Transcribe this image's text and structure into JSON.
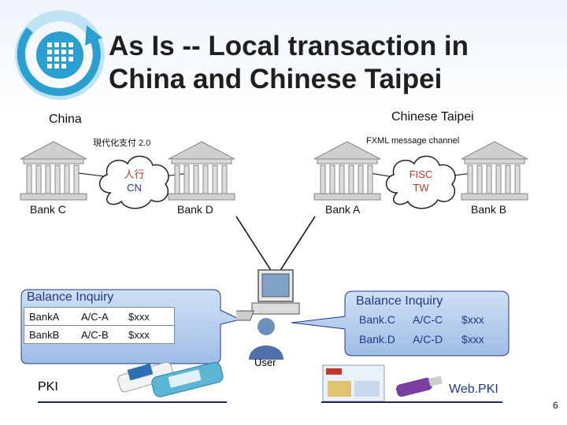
{
  "title": {
    "line1": "As Is -- Local transaction in",
    "line2": "China and Chinese Taipei"
  },
  "regions": {
    "china": "China",
    "taipei": "Chinese Taipei"
  },
  "channels": {
    "china": "現代化支付 2.0",
    "taipei": "FXML message channel"
  },
  "clouds": {
    "cn": {
      "line1": "人行",
      "line2": "CN"
    },
    "tw": {
      "line1": "FISC",
      "line2": "TW"
    }
  },
  "banks": {
    "c": "Bank C",
    "d": "Bank D",
    "a": "Bank A",
    "b": "Bank B"
  },
  "left_callout": {
    "title": "Balance Inquiry",
    "rows": [
      {
        "bank": "BankA",
        "account": "A/C-A",
        "amount": "$xxx"
      },
      {
        "bank": "BankB",
        "account": "A/C-B",
        "amount": "$xxx"
      }
    ]
  },
  "right_callout": {
    "title": "Balance Inquiry",
    "rows": [
      {
        "bank": "Bank.C",
        "account": "A/C-C",
        "amount": "$xxx"
      },
      {
        "bank": "Bank.D",
        "account": "A/C-D",
        "amount": "$xxx"
      }
    ]
  },
  "user_label": "User",
  "pki_label": "PKI",
  "webpki_label": "Web.PKI",
  "page_number": "6",
  "colors": {
    "title": "#1f1f1f",
    "accent_blue": "#1f3a8a",
    "logo": "#2a9fd0"
  }
}
